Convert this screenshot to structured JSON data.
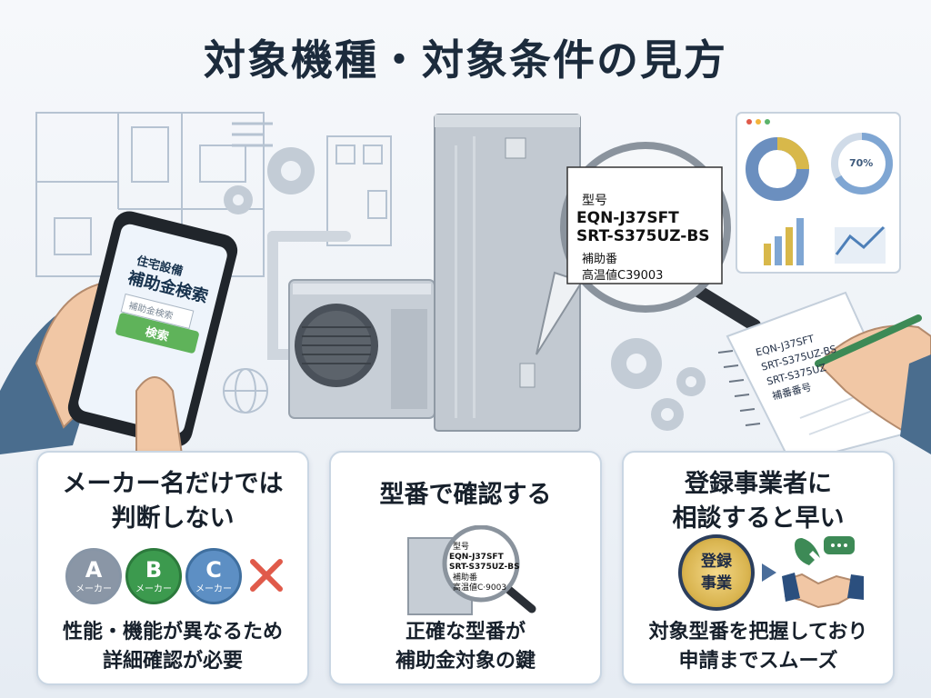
{
  "title": "対象機種・対象条件の見方",
  "phone": {
    "line1": "住宅設備",
    "line2": "補助金検索",
    "search_placeholder": "補助金検索",
    "search_button": "検索"
  },
  "magnifier": {
    "label": "型号",
    "model1": "EQN-J37SFT",
    "model2": "SRT-S375UZ-BS",
    "sub_label": "補助番",
    "sub_value": "高温値C39003"
  },
  "dashboard": {
    "percent": "70%"
  },
  "notepad": {
    "line1": "EQN-J37SFT",
    "line2": "SRT-S375UZ-BS",
    "line3": "SRT-S375UZ",
    "line4": "補番番号"
  },
  "cards": [
    {
      "heading_1": "メーカー名だけでは",
      "heading_2": "判断しない",
      "brands": [
        {
          "letter": "A",
          "sub": "メーカー",
          "color": "#8a96a6"
        },
        {
          "letter": "B",
          "sub": "メーカー",
          "color": "#3c9a4e"
        },
        {
          "letter": "C",
          "sub": "メーカー",
          "color": "#5d8fc4"
        }
      ],
      "footer_1": "性能・機能が異なるため",
      "footer_2": "詳細確認が必要"
    },
    {
      "heading_1": "型番で確認する",
      "mini_label": "型号",
      "mini_model1": "EQN-J37SFT",
      "mini_model2": "SRT-S375UZ-BS",
      "mini_sub": "補助番",
      "mini_value": "高温値C·9003",
      "footer_1": "正確な型番が",
      "footer_2": "補助金対象の鍵"
    },
    {
      "heading_1": "登録事業者に",
      "heading_2": "相談すると早い",
      "seal_1": "登録",
      "seal_2": "事業",
      "footer_1": "対象型番を把握しており",
      "footer_2": "申請までスムーズ"
    }
  ],
  "colors": {
    "accent_red": "#e05a4a",
    "steel": "#b9c2cc",
    "navy": "#1c2b3c"
  }
}
